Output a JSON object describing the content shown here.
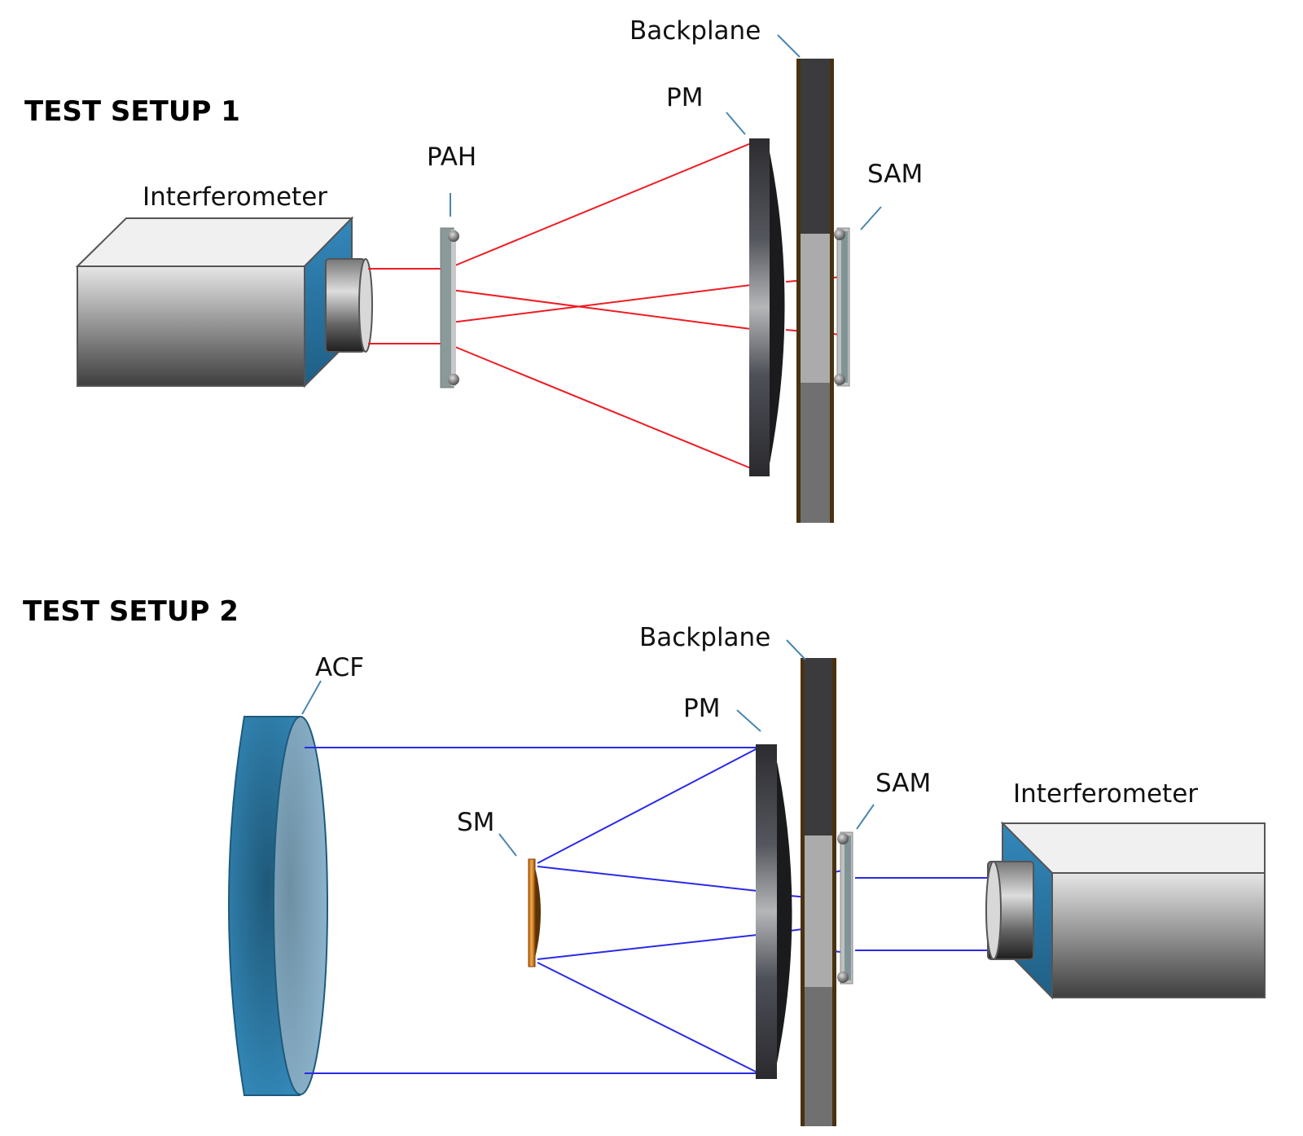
{
  "setup1": {
    "title": "TEST SETUP 1",
    "labels": {
      "interferometer": "Interferometer",
      "pah": "PAH",
      "pm": "PM",
      "backplane": "Backplane",
      "sam": "SAM"
    },
    "beam_color": "#ee1c24"
  },
  "setup2": {
    "title": "TEST SETUP 2",
    "labels": {
      "acf": "ACF",
      "sm": "SM",
      "pm": "PM",
      "backplane": "Backplane",
      "sam": "SAM",
      "interferometer": "Interferometer"
    },
    "beam_color": "#2a2ae8"
  },
  "colors": {
    "interferometer_side": "#2f7aa8",
    "acf_blue": "#2f7fae",
    "acf_face": "#86abc4",
    "sm_orange": "#e08a1e",
    "backplane_frame": "#4a3210",
    "leader_line": "#4a86b0"
  }
}
